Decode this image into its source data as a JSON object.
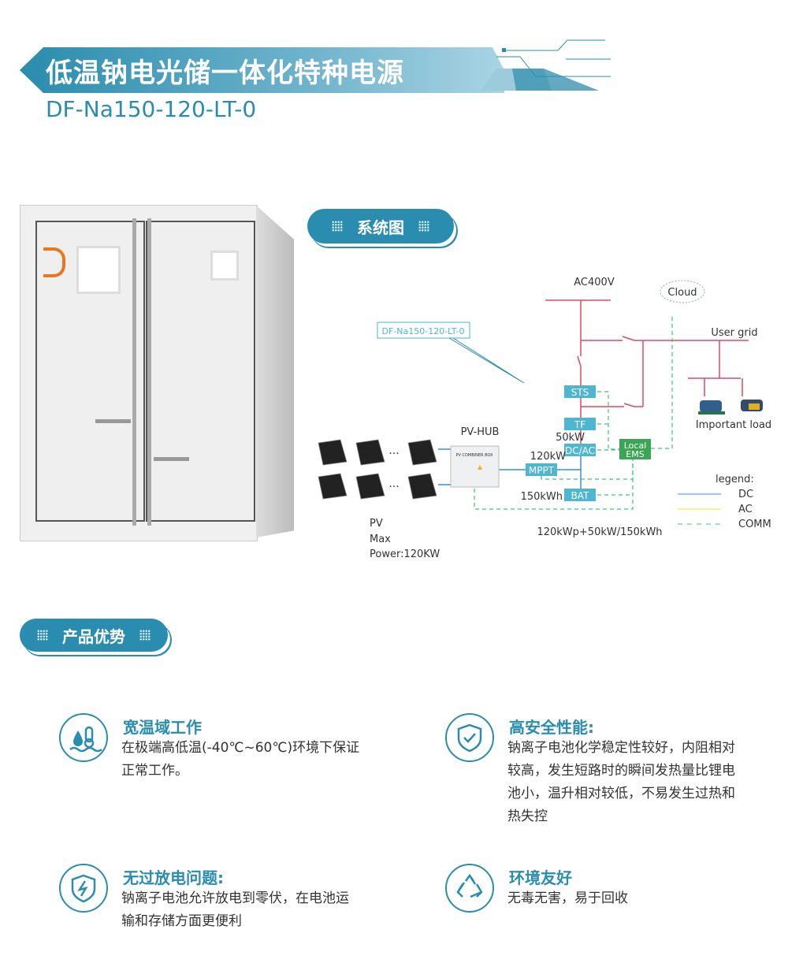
{
  "header": {
    "title": "低温钠电光储一体化特种电源",
    "model": "DF-Na150-120-LT-0"
  },
  "colors": {
    "accent": "#2a8db0",
    "ac_line": "#e0485e",
    "dc_line": "#3b8fd6",
    "comm_line": "#3cc57a",
    "box": "#4fb6d2",
    "ems": "#3aa655"
  },
  "sections": {
    "system": "系统图",
    "advantages": "产品优势"
  },
  "diagram": {
    "ac_bus": "AC400V",
    "cloud": "Cloud",
    "user_grid": "User grid",
    "model_callout": "DF-Na150-120-LT-0",
    "sts": "STS",
    "tf": "TF",
    "dcac": "DC/AC",
    "mppt": "MPPT",
    "bat": "BAT",
    "ems_1": "Local",
    "ems_2": "EMS",
    "pv_hub": "PV-HUB",
    "hub_label": "PV COMBINER BOX",
    "dcac_power": "50kW",
    "mppt_power": "120kW",
    "bat_capacity": "150kWh",
    "important_load": "Important load",
    "dots": "···",
    "pv_1": "PV",
    "pv_2": "Max",
    "pv_3": "Power:120KW",
    "summary": "120kWp+50kW/150kWh",
    "legend": {
      "title": "legend:",
      "dc": "DC",
      "ac": "AC",
      "comm": "COMM"
    }
  },
  "features": [
    {
      "icon": "water-temperature-icon",
      "title": "宽温域工作",
      "lines": [
        "在极端高低温(-40℃~60℃)环境下保证",
        "正常工作。"
      ]
    },
    {
      "icon": "shield-check-icon",
      "title": "高安全性能:",
      "lines": [
        "钠离子电池化学稳定性较好，内阻相对",
        "较高，发生短路时的瞬间发热量比锂电",
        "池小，温升相对较低，不易发生过热和",
        "热失控"
      ]
    },
    {
      "icon": "shield-bolt-icon",
      "title": "无过放电问题:",
      "lines": [
        "钠离子电池允许放电到零伏，在电池运",
        "输和存储方面更便利"
      ]
    },
    {
      "icon": "recycle-icon",
      "title": "环境友好",
      "lines": [
        "无毒无害，易于回收"
      ]
    }
  ]
}
